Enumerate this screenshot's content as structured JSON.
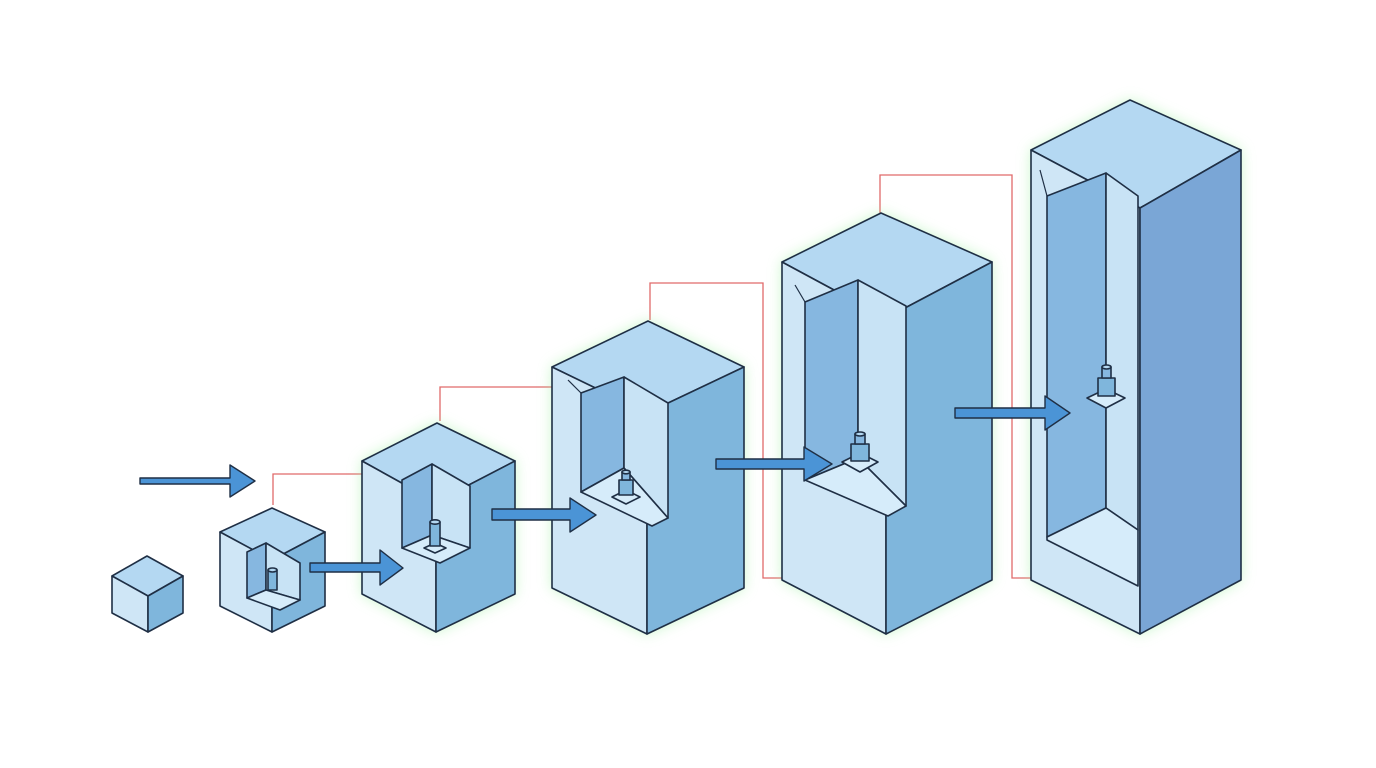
{
  "colors": {
    "background": "#ffffff",
    "top_face": "#b4d8f2",
    "left_face": "#cfe6f6",
    "right_face": "#7fb6dc",
    "right_face_deep": "#7aa6d6",
    "cavity_back": "#86b7e0",
    "cavity_side": "#c8e3f5",
    "cavity_floor": "#d6ecfa",
    "arrow_fill": "#4b94d6",
    "leader_line": "#e06a6a",
    "glow": "#9cf0a0",
    "outline": "#1f2f45"
  },
  "diagram": {
    "type": "isometric-block-progression",
    "stages": [
      {
        "id": "stage-1",
        "cavity": false,
        "glow": false
      },
      {
        "id": "stage-2",
        "cavity": true,
        "glow": false
      },
      {
        "id": "stage-3",
        "cavity": true,
        "glow": true
      },
      {
        "id": "stage-4",
        "cavity": true,
        "glow": true
      },
      {
        "id": "stage-5",
        "cavity": true,
        "glow": true
      },
      {
        "id": "stage-6",
        "cavity": true,
        "glow": true
      }
    ],
    "arrows": [
      "arrow-1",
      "arrow-2",
      "arrow-3",
      "arrow-4",
      "arrow-5",
      "arrow-6"
    ],
    "connector_icon": "bolt-fixture-icon"
  }
}
